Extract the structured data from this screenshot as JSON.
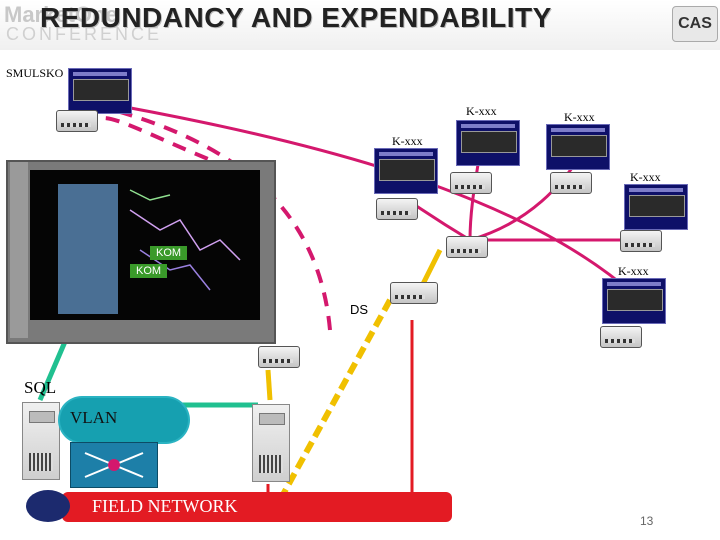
{
  "header": {
    "title": "REDUNDANCY AND EXPENDABILITY",
    "logo_top": "MarketOne",
    "logo_bottom": "CONFERENCE",
    "logo_right": "CAS"
  },
  "labels": {
    "smulsko": "SMULSKO",
    "kxxx1": "K-xxx",
    "kxxx2": "K-xxx",
    "kxxx3": "K-xxx",
    "kxxx4": "K-xxx",
    "kxxx5": "K-xxx",
    "kom1": "KOM",
    "kom2": "KOM",
    "ds": "DS",
    "sql": "SQL",
    "vlan": "VLAN",
    "field_network": "FIELD NETWORK",
    "page_number": "13"
  },
  "colors": {
    "accent_magenta": "#d4186d",
    "link_yellow": "#f0c000",
    "link_green": "#20c090",
    "field_red": "#e31b23",
    "vlan_teal": "#16a0b0",
    "dark_blue": "#1c2a6e"
  }
}
